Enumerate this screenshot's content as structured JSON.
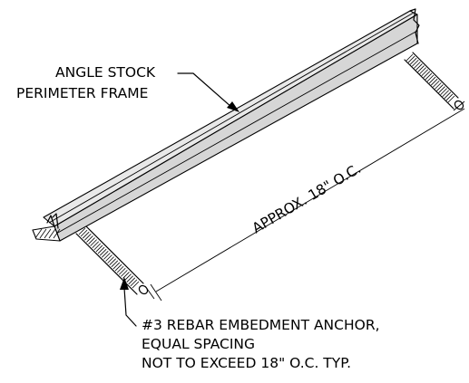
{
  "labels": {
    "frame_line1": "ANGLE STOCK",
    "frame_line2": "PERIMETER FRAME",
    "dimension": "APPROX. 18\" O.C.",
    "anchor_line1": "#3 REBAR EMBEDMENT ANCHOR,",
    "anchor_line2": "EQUAL SPACING",
    "anchor_line3": "NOT TO EXCEED 18\" O.C. TYP."
  },
  "colors": {
    "ink": "#000000",
    "frame_fill": "#e0e0e0",
    "frame_shade": "#c9c9c9",
    "background": "#ffffff"
  },
  "icons": {
    "frame": "angle-stock-frame-icon",
    "rebar": "rebar-anchor-icon",
    "dimension": "dimension-line-icon"
  }
}
